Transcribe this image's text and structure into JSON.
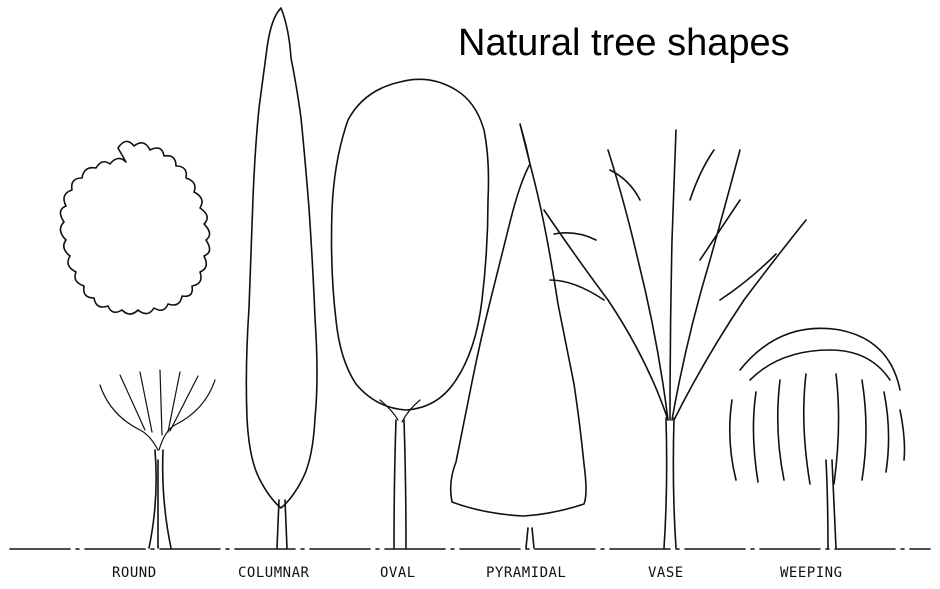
{
  "title": "Natural tree shapes",
  "trees": [
    {
      "label": "ROUND"
    },
    {
      "label": "COLUMNAR"
    },
    {
      "label": "OVAL"
    },
    {
      "label": "PYRAMIDAL"
    },
    {
      "label": "VASE"
    },
    {
      "label": "WEEPING"
    }
  ],
  "colors": {
    "ink": "#111111",
    "background": "#ffffff"
  }
}
